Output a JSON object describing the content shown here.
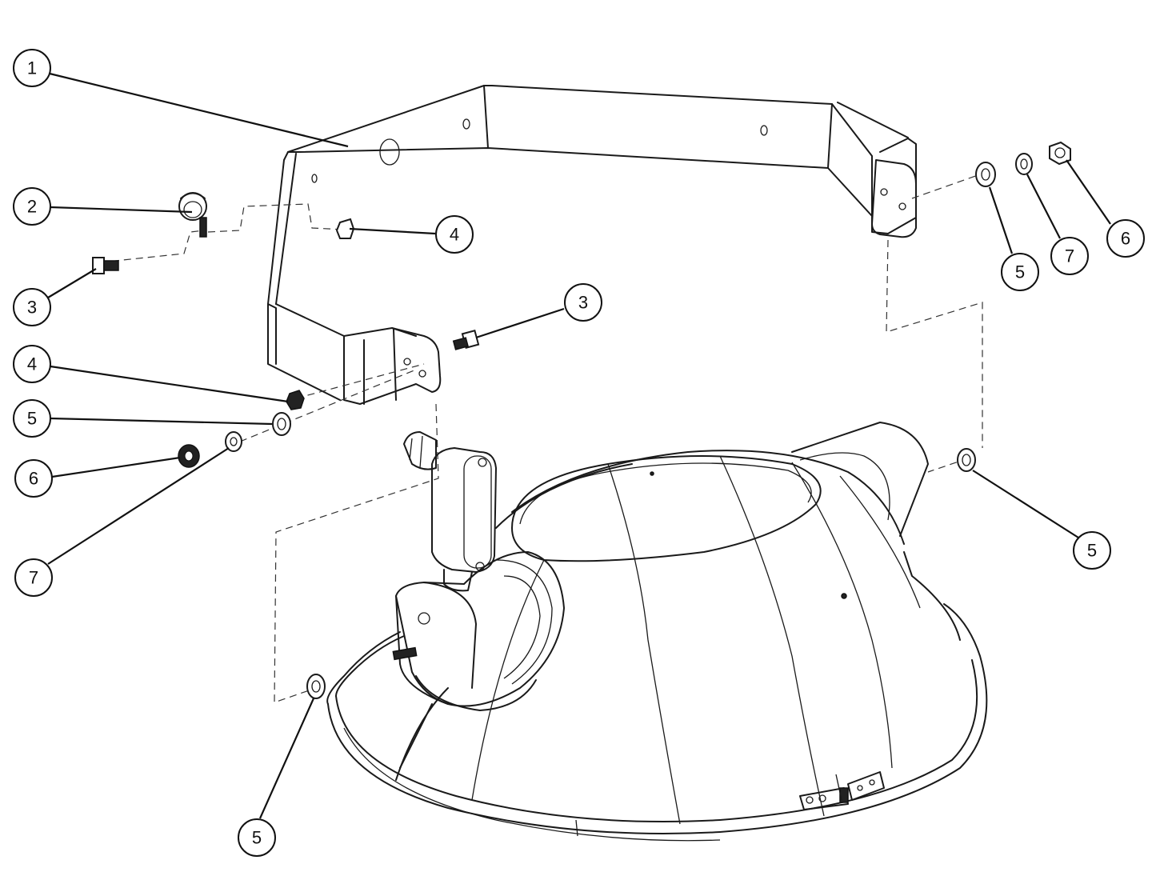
{
  "diagram": {
    "callouts": [
      {
        "id": "c1",
        "label": "1"
      },
      {
        "id": "c2",
        "label": "2"
      },
      {
        "id": "c3a",
        "label": "3"
      },
      {
        "id": "c4a",
        "label": "4"
      },
      {
        "id": "c3b",
        "label": "3"
      },
      {
        "id": "c4b",
        "label": "4"
      },
      {
        "id": "c5a",
        "label": "5"
      },
      {
        "id": "c6a",
        "label": "6"
      },
      {
        "id": "c7a",
        "label": "7"
      },
      {
        "id": "c5b",
        "label": "5"
      },
      {
        "id": "c7b",
        "label": "7"
      },
      {
        "id": "c6b",
        "label": "6"
      },
      {
        "id": "c5c",
        "label": "5"
      },
      {
        "id": "c5d",
        "label": "5"
      }
    ]
  }
}
